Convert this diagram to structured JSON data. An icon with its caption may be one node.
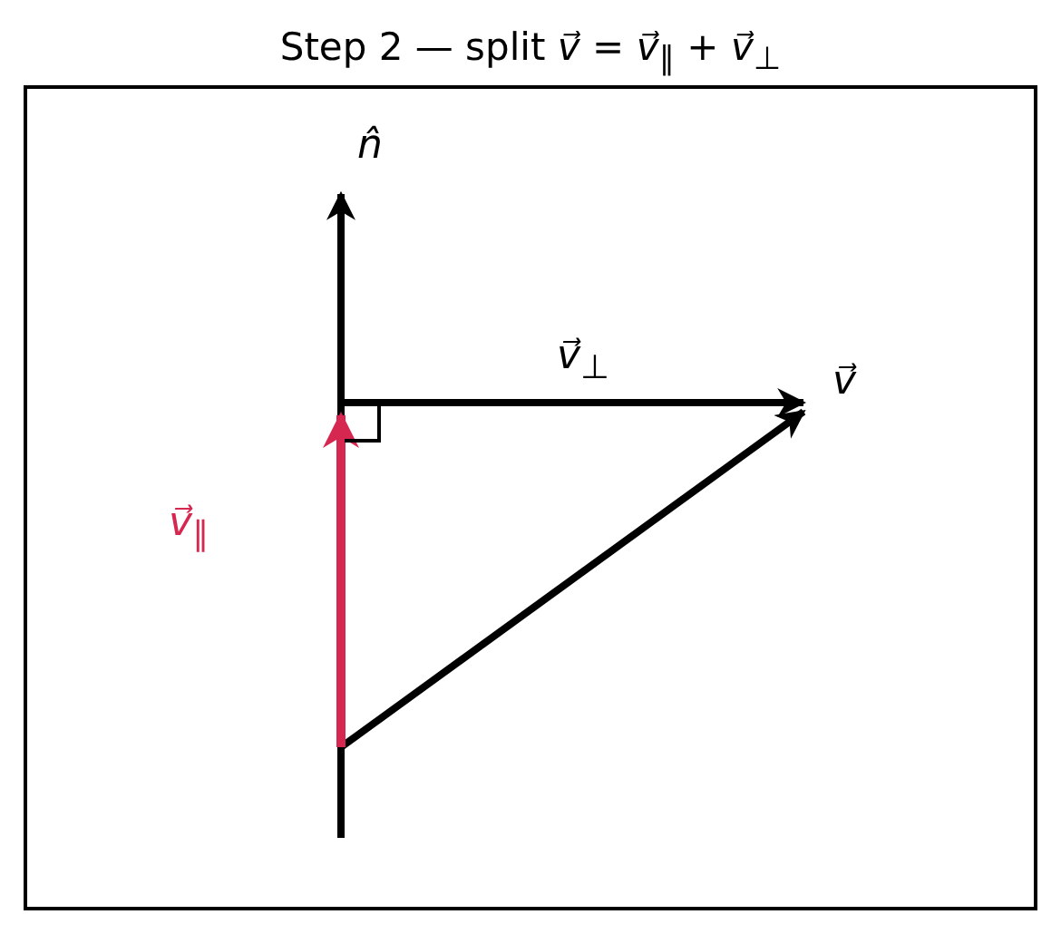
{
  "diagram": {
    "title": "Step 2 — split *v⃗* = *v⃗*$_{∥}$ + *v⃗*$_{⊥}$",
    "labels": [
      "n̂",
      "v⃗$_{⊥}$",
      "v⃗",
      "v⃗$_{∥}$"
    ]
  }
}
